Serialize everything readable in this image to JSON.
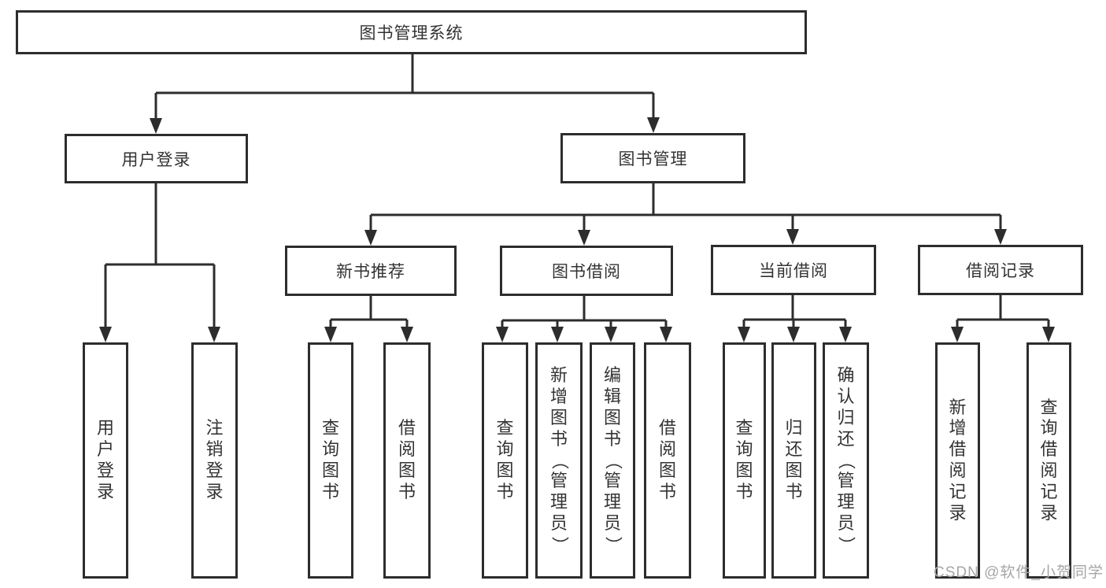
{
  "diagram": {
    "title": "图书管理系统",
    "watermark": "CSDN @软件_小贺同学",
    "colors": {
      "line": "#2d2d2d",
      "text": "#333333",
      "watermark": "#a6a6a6",
      "background": "#ffffff"
    },
    "nodes": {
      "root": "图书管理系统",
      "user_login": "用户登录",
      "book_mgmt": "图书管理",
      "new_book_rec": "新书推荐",
      "book_borrow": "图书借阅",
      "current_borrow": "当前借阅",
      "borrow_record": "借阅记录",
      "ul_login": "用户登录",
      "ul_logout": "注销登录",
      "nb_query": "查询图书",
      "nb_borrow": "借阅图书",
      "bb_query": "查询图书",
      "bb_add": "新增图书（管理员）",
      "bb_edit": "编辑图书（管理员）",
      "bb_borrow": "借阅图书",
      "cb_query": "查询图书",
      "cb_return": "归还图书",
      "cb_confirm": "确认归还（管理员）",
      "br_add": "新增借阅记录",
      "br_query": "查询借阅记录"
    },
    "tree": {
      "图书管理系统": {
        "用户登录": [
          "用户登录",
          "注销登录"
        ],
        "图书管理": {
          "新书推荐": [
            "查询图书",
            "借阅图书"
          ],
          "图书借阅": [
            "查询图书",
            "新增图书（管理员）",
            "编辑图书（管理员）",
            "借阅图书"
          ],
          "当前借阅": [
            "查询图书",
            "归还图书",
            "确认归还（管理员）"
          ],
          "借阅记录": [
            "新增借阅记录",
            "查询借阅记录"
          ]
        }
      }
    }
  }
}
